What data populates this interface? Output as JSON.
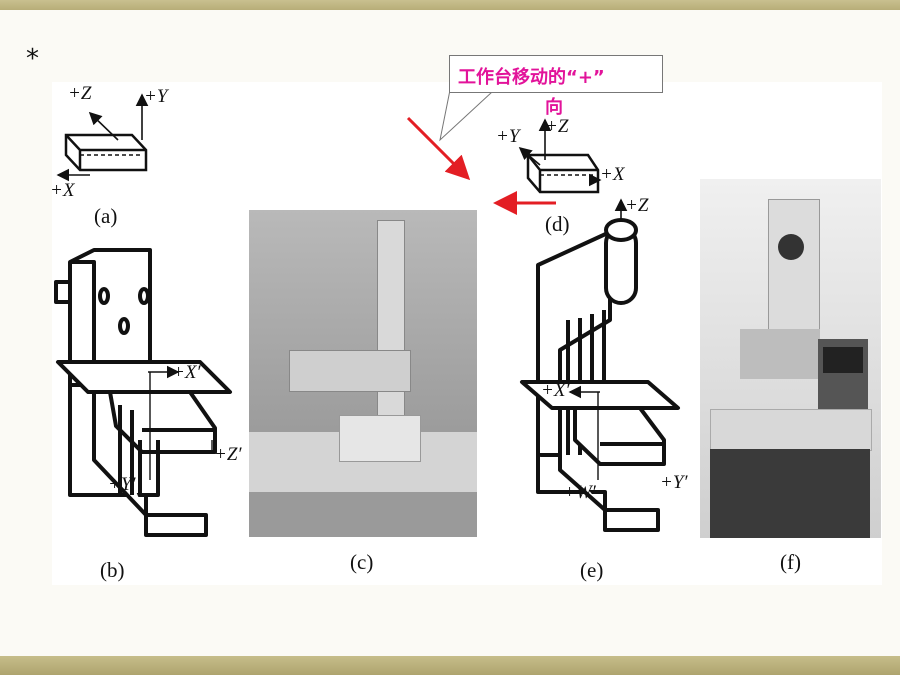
{
  "slide": {
    "bullet": "*",
    "callout_line1": "工作台移动的“+”",
    "callout_line2": "向",
    "colors": {
      "callout_text": "#e2139a",
      "arrow": "#e31e24",
      "band": "#bfb67f"
    }
  },
  "figures": {
    "a": {
      "caption": "(a)",
      "axes": [
        "+Z",
        "+Y",
        "+X"
      ]
    },
    "b": {
      "caption": "(b)",
      "axes": [
        "+X′",
        "+Z′",
        "+Y′"
      ]
    },
    "c": {
      "caption": "(c)",
      "description_icon": "horizontal-boring-machine-photo"
    },
    "d": {
      "caption": "(d)",
      "axes": [
        "+Y",
        "+Z",
        "+X"
      ]
    },
    "e": {
      "caption": "(e)",
      "axes": [
        "+Z",
        "+X′",
        "+W′",
        "+Y′"
      ]
    },
    "f": {
      "caption": "(f)",
      "description_icon": "vertical-cnc-milling-machine-photo"
    }
  }
}
